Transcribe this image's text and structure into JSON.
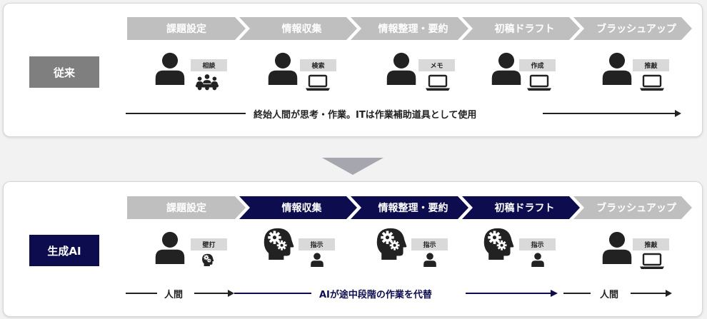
{
  "traditional": {
    "label": "従来",
    "steps": [
      "課題設定",
      "情報収集",
      "情報整理・要約",
      "初稿ドラフト",
      "ブラッシュアップ"
    ],
    "tags": [
      "相談",
      "検索",
      "メモ",
      "作成",
      "推敲"
    ],
    "timeline": "終始人間が思考・作業。ITは作業補助道具として使用"
  },
  "genai": {
    "label": "生成AI",
    "steps": [
      "課題設定",
      "情報収集",
      "情報整理・要約",
      "初稿ドラフト",
      "ブラッシュアップ"
    ],
    "tags": [
      "壁打",
      "指示",
      "指示",
      "指示",
      "推敲"
    ],
    "timeline_left": "人間",
    "timeline_center": "AIが途中段階の作業を代替",
    "timeline_right": "人間"
  },
  "colors": {
    "navy": "#0c0c4e",
    "grey": "#bfbfbf",
    "label_grey": "#7f7f7f",
    "icon": "#222222"
  }
}
